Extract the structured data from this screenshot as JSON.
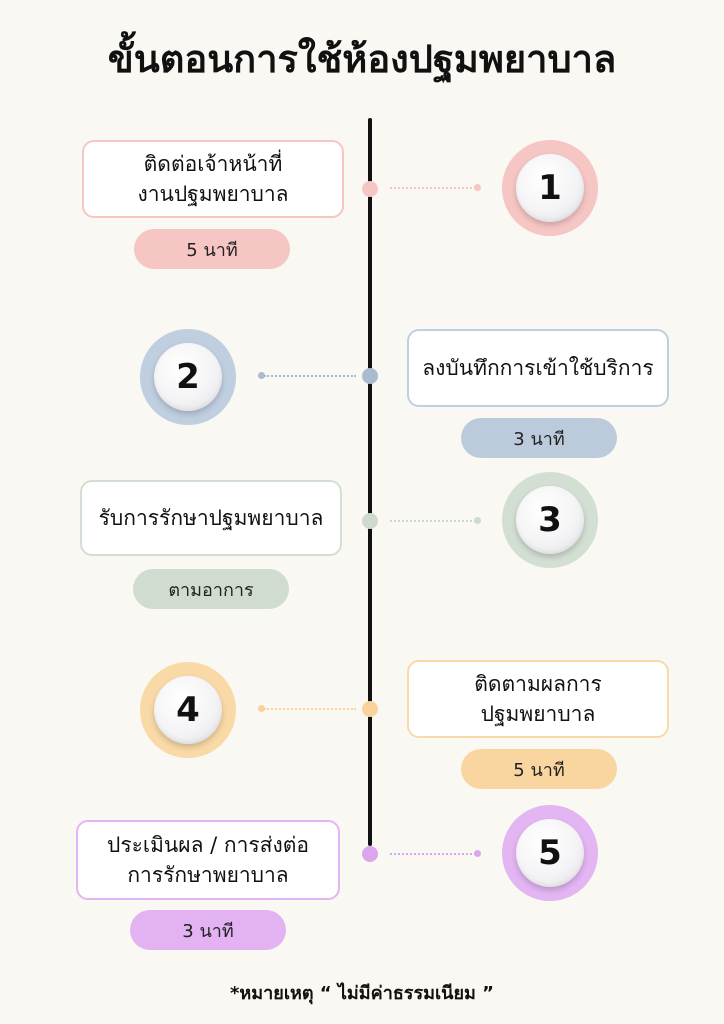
{
  "title": "ขั้นตอนการใช้ห้องปฐมพยาบาล",
  "steps": [
    {
      "number": "1",
      "text_lines": [
        "ติดต่อเจ้าหน้าที่",
        "งานปฐมพยาบาล"
      ],
      "duration": "5 นาที",
      "color": "#f6c6c4",
      "pill_color": "#f6c6c4",
      "dot_color": "#f6c6c4"
    },
    {
      "number": "2",
      "text_lines": [
        "ลงบันทึกการเข้าใช้บริการ"
      ],
      "duration": "3 นาที",
      "color": "#bfcfe0",
      "pill_color": "#bccbdc",
      "dot_color": "#a9bccf"
    },
    {
      "number": "3",
      "text_lines": [
        "รับการรักษาปฐมพยาบาล"
      ],
      "duration": "ตามอาการ",
      "color": "#d3dfd3",
      "pill_color": "#d0dccf",
      "dot_color": "#cddacd"
    },
    {
      "number": "4",
      "text_lines": [
        "ติดตามผลการปฐมพยาบาล"
      ],
      "duration": "5 นาที",
      "color": "#f9d9a6",
      "pill_color": "#f9d6a0",
      "dot_color": "#f8d49b"
    },
    {
      "number": "5",
      "text_lines": [
        "ประเมินผล / การส่งต่อ",
        "การรักษาพยาบาล"
      ],
      "duration": "3 นาที",
      "color": "#e3b5f2",
      "pill_color": "#e2b2f3",
      "dot_color": "#dca6ef"
    }
  ],
  "note": "*หมายเหตุ “ ไม่มีค่าธรรมเนียม ”"
}
